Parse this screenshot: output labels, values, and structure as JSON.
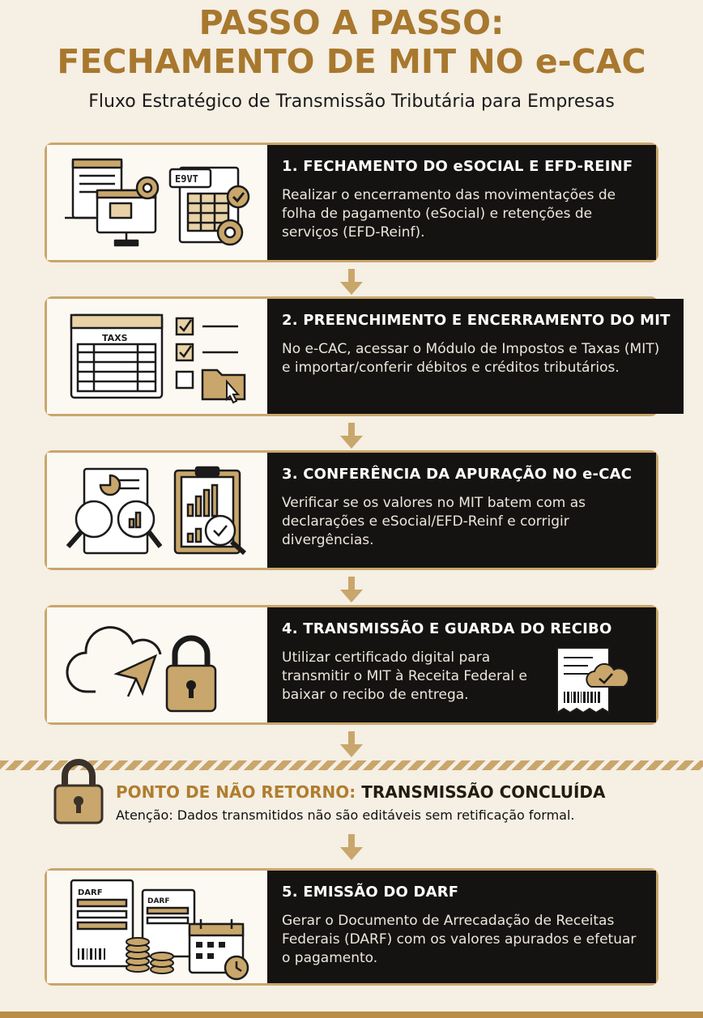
{
  "header": {
    "title_line1": "PASSO A PASSO:",
    "title_line2": "FECHAMENTO DE MIT NO e-CAC",
    "subtitle": "Fluxo Estratégico de Transmissão Tributária para Empresas"
  },
  "steps": [
    {
      "title": "1. FECHAMENTO DO eSOCIAL E EFD-REINF",
      "text": "Realizar o encerramento das movimentações de folha de pagamento (eSocial) e retenções de serviços (EFD-Reinf).",
      "icon_labels": [
        "E9VT"
      ],
      "icons": [
        "monitor-icon",
        "gear-icon",
        "spreadsheet-icon",
        "check-icon"
      ]
    },
    {
      "title": "2. PREENCHIMENTO E ENCERRAMENTO DO MIT",
      "text": "No e-CAC, acessar o Módulo de Impostos e Taxas (MIT) e importar/conferir débitos e créditos tributários.",
      "icon_labels": [
        "TAXS"
      ],
      "icons": [
        "tax-form-icon",
        "checklist-icon",
        "folder-icon",
        "cursor-icon"
      ]
    },
    {
      "title": "3. CONFERÊNCIA DA APURAÇÃO NO e-CAC",
      "text": "Verificar se os valores no MIT batem com as declarações e eSocial/EFD-Reinf e corrigir divergências.",
      "icons": [
        "magnifier-document-icon",
        "clipboard-chart-icon"
      ]
    },
    {
      "title": "4. TRANSMISSÃO E GUARDA DO RECIBO",
      "text": "Utilizar certificado digital para transmitir o MIT à Receita Federal e baixar o recibo de entrega.",
      "icons": [
        "cloud-send-icon",
        "padlock-icon",
        "receipt-icon"
      ]
    },
    {
      "title": "5. EMISSÃO DO DARF",
      "text": "Gerar o Documento de Arrecadação de Receitas Federais (DARF) com os valores apurados e efetuar o pagamento.",
      "icon_labels": [
        "DARF",
        "DARF"
      ],
      "icons": [
        "darf-document-icon",
        "coins-icon",
        "calendar-icon",
        "clock-icon"
      ]
    }
  ],
  "warning": {
    "title_gold": "PONTO DE NÃO RETORNO:",
    "title_dark": "TRANSMISSÃO CONCLUÍDA",
    "text": "Atenção: Dados transmitidos não são editáveis sem retificação formal."
  },
  "colors": {
    "background": "#f5efe4",
    "gold": "#a8782e",
    "panel": "#151311",
    "border": "#c9a66b"
  }
}
